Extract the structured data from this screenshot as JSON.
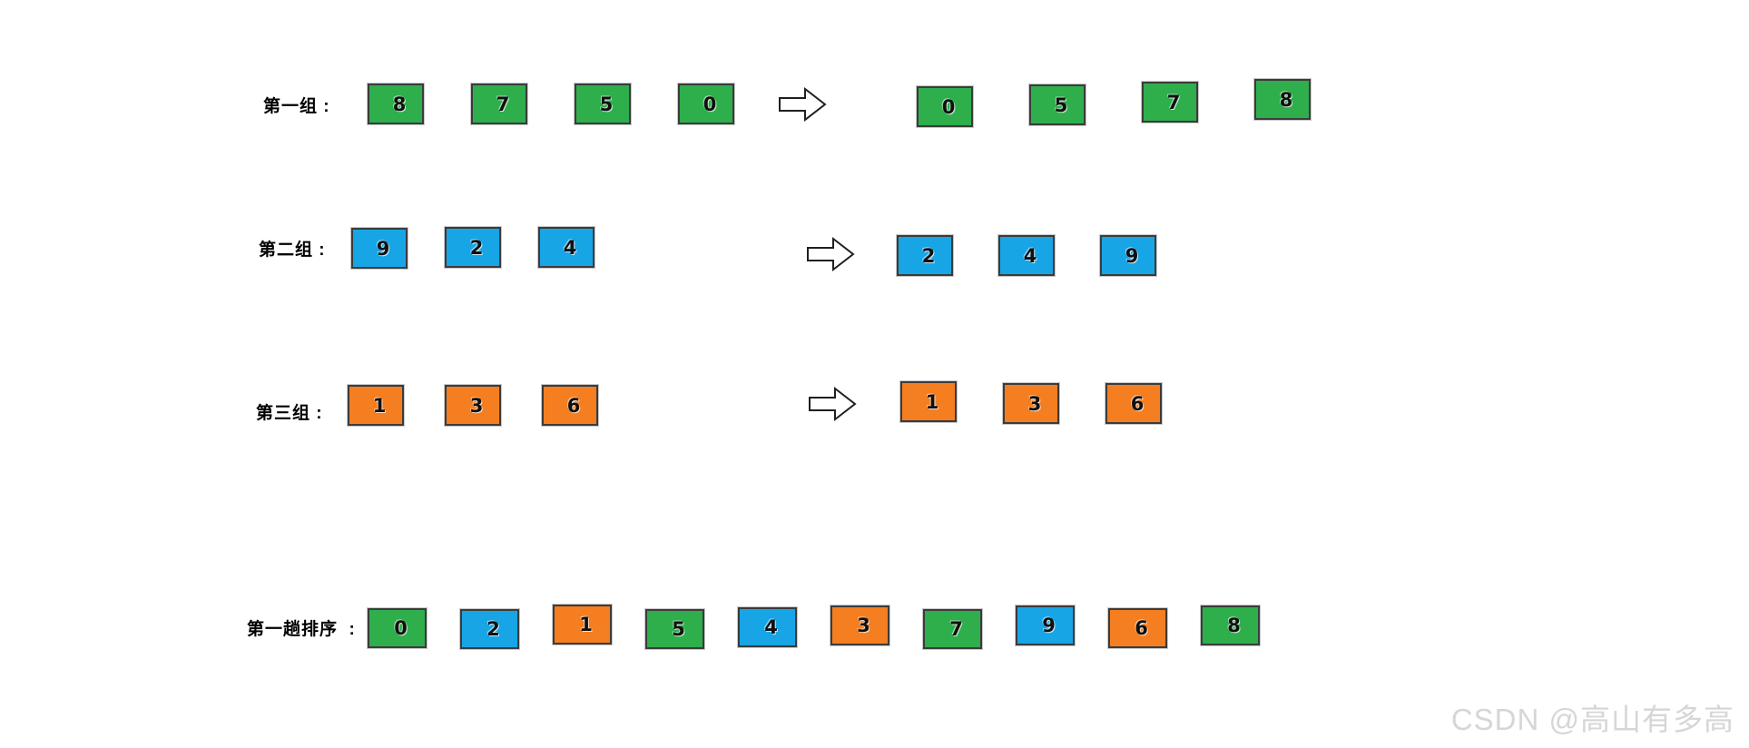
{
  "diagram": {
    "title_hint": "shell-sort first pass grouping illustration",
    "groups": [
      {
        "label": "第一组 :",
        "color": "green",
        "before": [
          "8",
          "7",
          "5",
          "0"
        ],
        "after": [
          "0",
          "5",
          "7",
          "8"
        ]
      },
      {
        "label": "第二组 :",
        "color": "blue",
        "before": [
          "9",
          "2",
          "4"
        ],
        "after": [
          "2",
          "4",
          "9"
        ]
      },
      {
        "label": "第三组 :",
        "color": "orange",
        "before": [
          "1",
          "3",
          "6"
        ],
        "after": [
          "1",
          "3",
          "6"
        ]
      }
    ],
    "result": {
      "label": "第一趟排序  :",
      "items": [
        {
          "value": "0",
          "color": "green"
        },
        {
          "value": "2",
          "color": "blue"
        },
        {
          "value": "1",
          "color": "orange"
        },
        {
          "value": "5",
          "color": "green"
        },
        {
          "value": "4",
          "color": "blue"
        },
        {
          "value": "3",
          "color": "orange"
        },
        {
          "value": "7",
          "color": "green"
        },
        {
          "value": "9",
          "color": "blue"
        },
        {
          "value": "6",
          "color": "orange"
        },
        {
          "value": "8",
          "color": "green"
        }
      ]
    },
    "colors": {
      "green": "#2FAE4C",
      "blue": "#18A5E6",
      "orange": "#F57E20",
      "box_border": "#3B3B3B",
      "arrow_fill": "#FFFFFF",
      "arrow_stroke": "#1F1F1F"
    },
    "watermark": "CSDN @高山有多高"
  }
}
